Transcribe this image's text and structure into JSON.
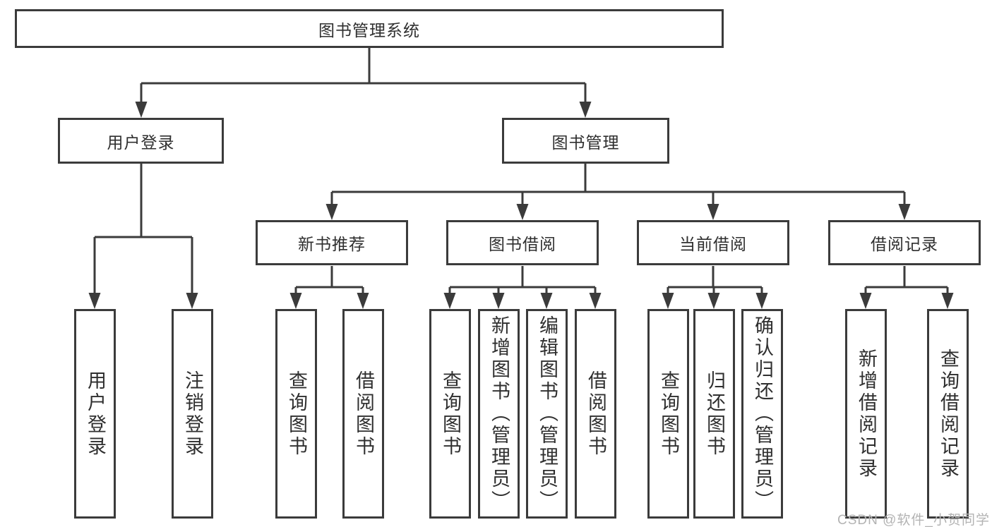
{
  "diagram": {
    "title": "图书管理系统",
    "level2": {
      "user_login": "用户登录",
      "book_management": "图书管理"
    },
    "level3": {
      "new_books": "新书推荐",
      "book_borrow": "图书借阅",
      "current_borrow": "当前借阅",
      "borrow_records": "借阅记录"
    },
    "leaves": {
      "user_login_leaf": "用户登录",
      "logout": "注销登录",
      "nb_query": "查询图书",
      "nb_borrow": "借阅图书",
      "bb_query": "查询图书",
      "bb_add": "新增图书（管理员）",
      "bb_edit": "编辑图书（管理员）",
      "bb_borrow": "借阅图书",
      "cb_query": "查询图书",
      "cb_return": "归还图书",
      "cb_confirm": "确认归还（管理员）",
      "br_add": "新增借阅记录",
      "br_query": "查询借阅记录"
    }
  },
  "watermark": "CSDN @软件_小贺同学",
  "colors": {
    "line": "#3b3b3b",
    "text": "#2f2f2f",
    "watermark": "#b3b3b3",
    "background": "#ffffff"
  }
}
